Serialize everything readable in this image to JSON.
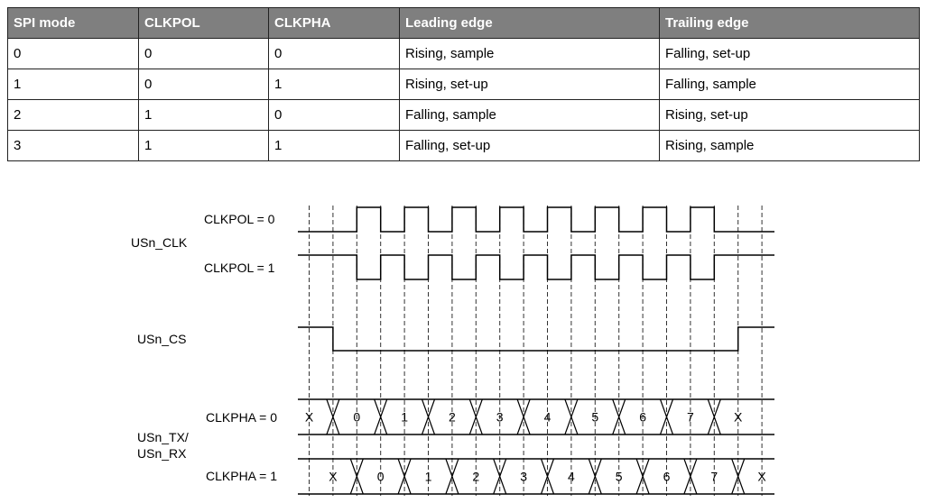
{
  "table": {
    "headers": [
      "SPI mode",
      "CLKPOL",
      "CLKPHA",
      "Leading edge",
      "Trailing edge"
    ],
    "rows": [
      [
        "0",
        "0",
        "0",
        "Rising, sample",
        "Falling, set-up"
      ],
      [
        "1",
        "0",
        "1",
        "Rising, set-up",
        "Falling, sample"
      ],
      [
        "2",
        "1",
        "0",
        "Falling, sample",
        "Rising, set-up"
      ],
      [
        "3",
        "1",
        "1",
        "Falling, set-up",
        "Rising, sample"
      ]
    ]
  },
  "diagram": {
    "clk_label": "USn_CLK",
    "clkpol0_label": "CLKPOL = 0",
    "clkpol1_label": "CLKPOL = 1",
    "cs_label": "USn_CS",
    "txrx_label_1": "USn_TX/",
    "txrx_label_2": "USn_RX",
    "clkpha0_label": "CLKPHA = 0",
    "clkpha1_label": "CLKPHA = 1",
    "clock_pulses": 8,
    "clkpha0_data": [
      "X",
      "0",
      "1",
      "2",
      "3",
      "4",
      "5",
      "6",
      "7",
      "X"
    ],
    "clkpha1_data": [
      "X",
      "0",
      "1",
      "2",
      "3",
      "4",
      "5",
      "6",
      "7",
      "X"
    ]
  }
}
